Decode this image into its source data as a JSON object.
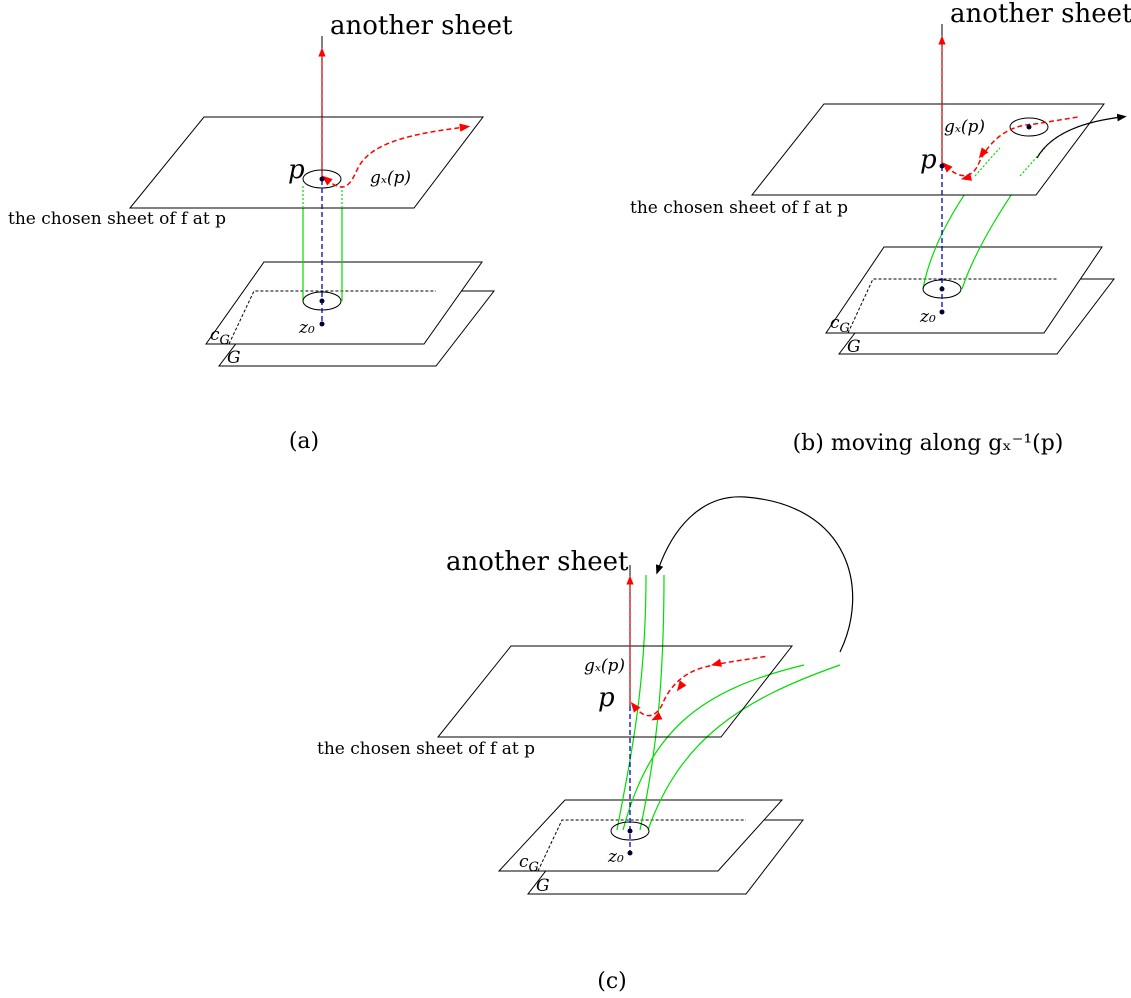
{
  "colors": {
    "sheet_outline": "#000000",
    "path_red": "#ff0000",
    "axis_blue": "#0000cc",
    "tube_green": "#00dd00",
    "arrow_black": "#000000"
  },
  "panel_a": {
    "another_sheet": "another sheet",
    "chosen_sheet": "the chosen sheet of f at p",
    "p": "p",
    "g_p": "gₓ(p)",
    "z0": "z₀",
    "cG": "c",
    "cG_sub": "G",
    "G": "G",
    "caption": "(a)"
  },
  "panel_b": {
    "another_sheet": "another sheet",
    "chosen_sheet": "the chosen sheet of f at p",
    "p": "p",
    "g_p": "gₓ(p)",
    "z0": "z₀",
    "cG": "c",
    "cG_sub": "G",
    "G": "G",
    "caption": "(b) moving along gₓ⁻¹(p)"
  },
  "panel_c": {
    "another_sheet": "another sheet",
    "chosen_sheet": "the chosen sheet of f at p",
    "p": "p",
    "g_p": "gₓ(p)",
    "z0": "z₀",
    "cG": "c",
    "cG_sub": "G",
    "G": "G",
    "caption": "(c)"
  }
}
